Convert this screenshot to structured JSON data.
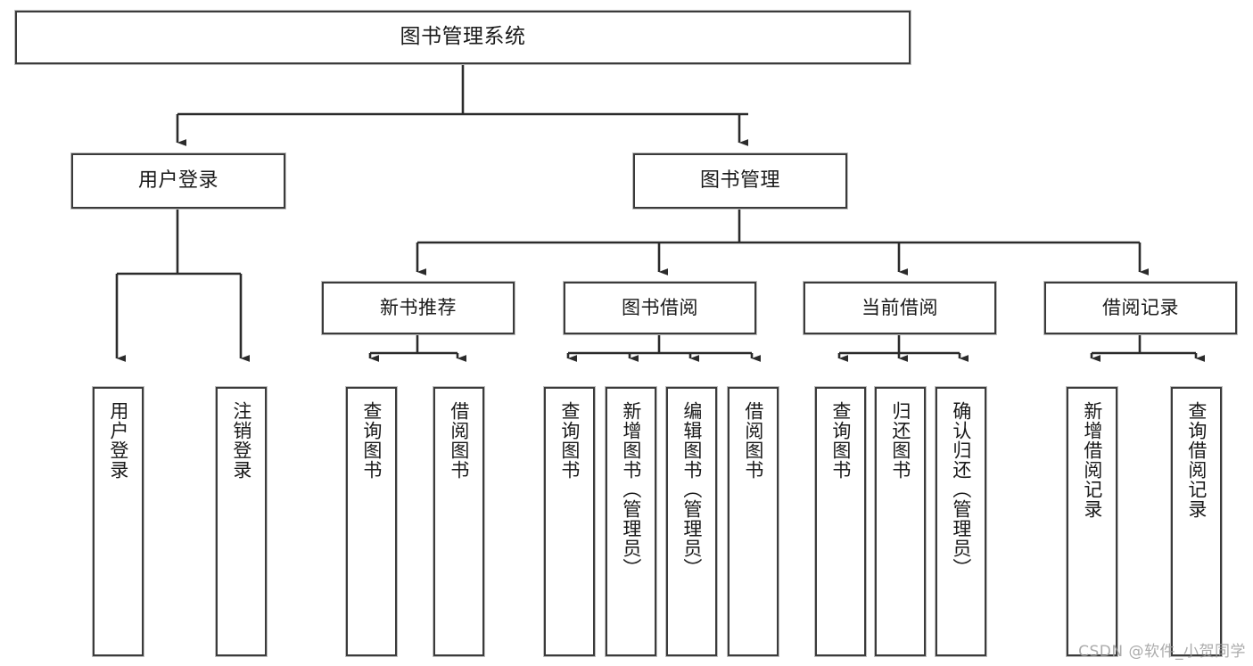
{
  "diagram": {
    "title": "图书管理系统",
    "type": "tree",
    "orientation": "top-down",
    "watermark": "CSDN @软件_小贺同学",
    "colors": {
      "background": "#ffffff",
      "node_fill": "#ffffff",
      "node_border": "#3b3b3b",
      "node_shadow": "#bfbfbf",
      "edge": "#2b2b2b",
      "text": "#1a1a1a",
      "watermark": "#9d9d9d"
    },
    "nodes": {
      "root": {
        "label": "图书管理系统"
      },
      "user_login": {
        "label": "用户登录"
      },
      "book_manage": {
        "label": "图书管理"
      },
      "new_book_rec": {
        "label": "新书推荐"
      },
      "book_borrow": {
        "label": "图书借阅"
      },
      "current_borrow": {
        "label": "当前借阅"
      },
      "borrow_record": {
        "label": "借阅记录"
      },
      "leaf_user_login": {
        "label": "用户登录"
      },
      "leaf_logout": {
        "label": "注销登录"
      },
      "leaf_query_book_1": {
        "label": "查询图书"
      },
      "leaf_borrow_book_1": {
        "label": "借阅图书"
      },
      "leaf_query_book_2": {
        "label": "查询图书"
      },
      "leaf_add_book": {
        "label": "新增图书（管理员）"
      },
      "leaf_edit_book": {
        "label": "编辑图书（管理员）"
      },
      "leaf_borrow_book_2": {
        "label": "借阅图书"
      },
      "leaf_query_book_3": {
        "label": "查询图书"
      },
      "leaf_return_book": {
        "label": "归还图书"
      },
      "leaf_confirm_return": {
        "label": "确认归还（管理员）"
      },
      "leaf_add_record": {
        "label": "新增借阅记录"
      },
      "leaf_query_record": {
        "label": "查询借阅记录"
      }
    },
    "hierarchy": [
      {
        "id": "root",
        "children": [
          {
            "id": "user_login",
            "children": [
              {
                "id": "leaf_user_login",
                "children": []
              },
              {
                "id": "leaf_logout",
                "children": []
              }
            ]
          },
          {
            "id": "book_manage",
            "children": [
              {
                "id": "new_book_rec",
                "children": [
                  {
                    "id": "leaf_query_book_1",
                    "children": []
                  },
                  {
                    "id": "leaf_borrow_book_1",
                    "children": []
                  }
                ]
              },
              {
                "id": "book_borrow",
                "children": [
                  {
                    "id": "leaf_query_book_2",
                    "children": []
                  },
                  {
                    "id": "leaf_add_book",
                    "children": []
                  },
                  {
                    "id": "leaf_edit_book",
                    "children": []
                  },
                  {
                    "id": "leaf_borrow_book_2",
                    "children": []
                  }
                ]
              },
              {
                "id": "current_borrow",
                "children": [
                  {
                    "id": "leaf_query_book_3",
                    "children": []
                  },
                  {
                    "id": "leaf_return_book",
                    "children": []
                  },
                  {
                    "id": "leaf_confirm_return",
                    "children": []
                  }
                ]
              },
              {
                "id": "borrow_record",
                "children": [
                  {
                    "id": "leaf_add_record",
                    "children": []
                  },
                  {
                    "id": "leaf_query_record",
                    "children": []
                  }
                ]
              }
            ]
          }
        ]
      }
    ]
  }
}
